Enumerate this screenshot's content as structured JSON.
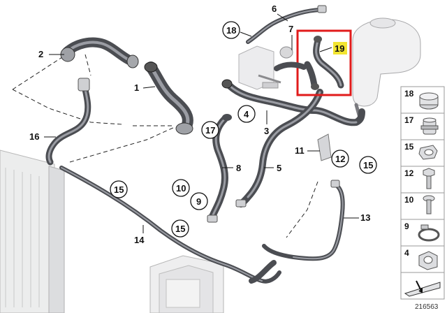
{
  "diagram_id": "216563",
  "highlight_color": "#e11b1b",
  "highlight_label_bg": "#f2e531",
  "labels": {
    "p1": "1",
    "p2": "2",
    "p3": "3",
    "p5": "5",
    "p6": "6",
    "p7": "7",
    "p8": "8",
    "p11": "11",
    "p13": "13",
    "p14": "14",
    "p16": "16",
    "p19": "19"
  },
  "circled": {
    "c18": "18",
    "c4": "4",
    "c17": "17",
    "c12": "12",
    "c15a": "15",
    "c15b": "15",
    "c15c": "15",
    "c10": "10",
    "c9": "9"
  },
  "sidebar": {
    "items": [
      {
        "num": "18",
        "icon": "hose-clamp-band-icon"
      },
      {
        "num": "17",
        "icon": "quick-connector-icon"
      },
      {
        "num": "15",
        "icon": "spring-clip-icon"
      },
      {
        "num": "12",
        "icon": "hex-bolt-icon"
      },
      {
        "num": "10",
        "icon": "torx-screw-icon"
      },
      {
        "num": "9",
        "icon": "hose-clamp-icon"
      },
      {
        "num": "4",
        "icon": "clip-holder-icon"
      },
      {
        "num": "",
        "icon": "wedge-shim-icon"
      }
    ]
  }
}
